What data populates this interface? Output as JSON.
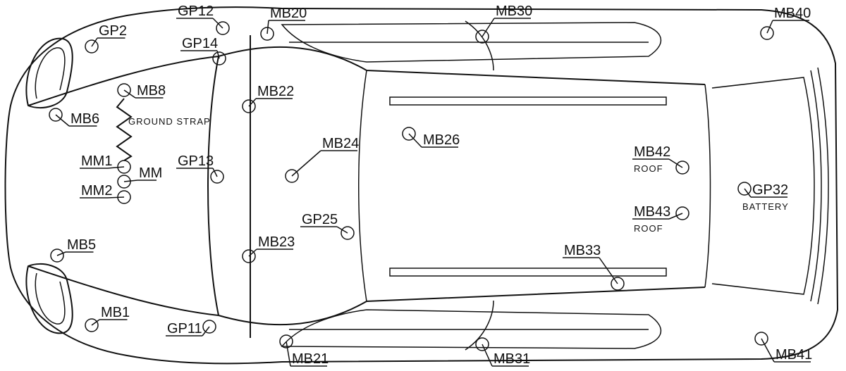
{
  "diagram": {
    "strap_label": "GROUND STRAP",
    "points": [
      {
        "id": "GP12",
        "label": "GP12"
      },
      {
        "id": "MB20",
        "label": "MB20"
      },
      {
        "id": "MB30",
        "label": "MB30"
      },
      {
        "id": "MB40",
        "label": "MB40"
      },
      {
        "id": "GP2",
        "label": "GP2"
      },
      {
        "id": "GP14",
        "label": "GP14"
      },
      {
        "id": "MB8",
        "label": "MB8"
      },
      {
        "id": "MB22",
        "label": "MB22"
      },
      {
        "id": "MB6",
        "label": "MB6"
      },
      {
        "id": "MB26",
        "label": "MB26"
      },
      {
        "id": "MB24",
        "label": "MB24"
      },
      {
        "id": "GP13",
        "label": "GP13"
      },
      {
        "id": "MM1",
        "label": "MM1"
      },
      {
        "id": "MM",
        "label": "MM"
      },
      {
        "id": "MM2",
        "label": "MM2"
      },
      {
        "id": "MB42",
        "label": "MB42",
        "sublabel": "ROOF"
      },
      {
        "id": "MB43",
        "label": "MB43",
        "sublabel": "ROOF"
      },
      {
        "id": "GP32",
        "label": "GP32",
        "sublabel": "BATTERY"
      },
      {
        "id": "GP25",
        "label": "GP25"
      },
      {
        "id": "MB5",
        "label": "MB5"
      },
      {
        "id": "MB23",
        "label": "MB23"
      },
      {
        "id": "MB33",
        "label": "MB33"
      },
      {
        "id": "MB1",
        "label": "MB1"
      },
      {
        "id": "GP11",
        "label": "GP11"
      },
      {
        "id": "MB21",
        "label": "MB21"
      },
      {
        "id": "MB31",
        "label": "MB31"
      },
      {
        "id": "MB41",
        "label": "MB41"
      }
    ]
  }
}
